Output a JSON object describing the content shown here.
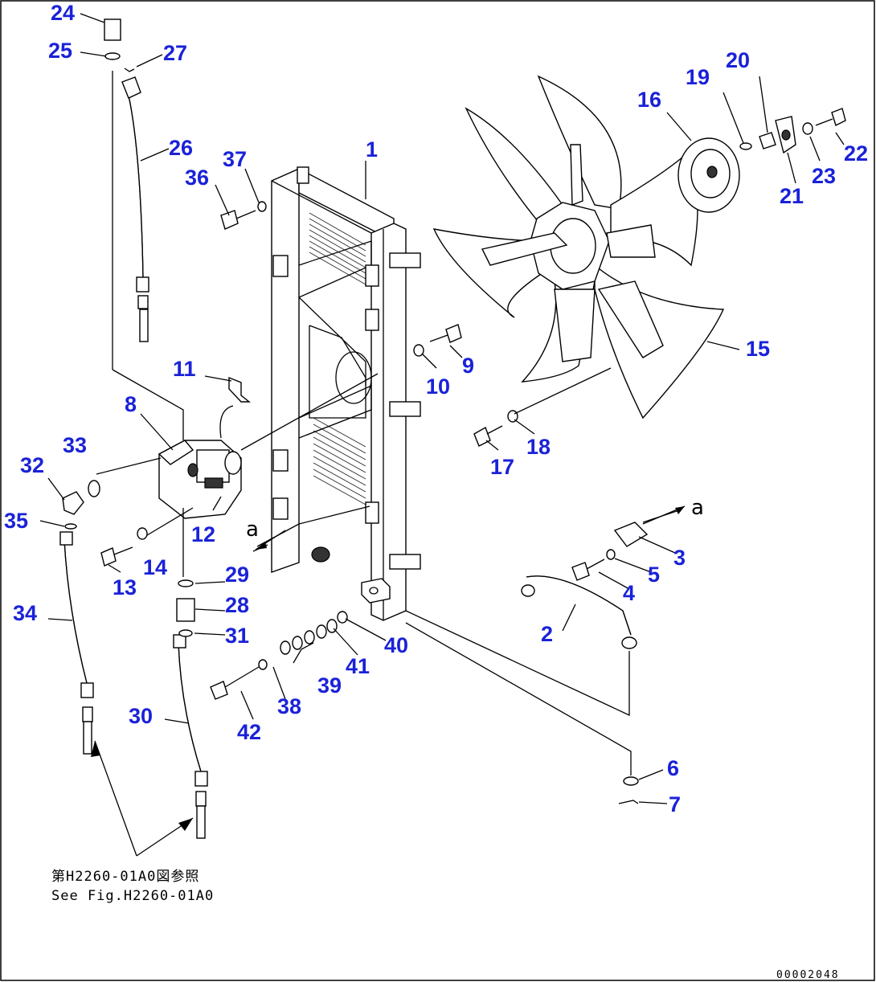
{
  "labels": [
    "1",
    "2",
    "3",
    "4",
    "5",
    "6",
    "7",
    "8",
    "9",
    "10",
    "11",
    "12",
    "13",
    "14",
    "15",
    "16",
    "17",
    "18",
    "19",
    "20",
    "21",
    "22",
    "23",
    "24",
    "25",
    "26",
    "27",
    "28",
    "29",
    "30",
    "31",
    "32",
    "33",
    "34",
    "35",
    "36",
    "37",
    "38",
    "39",
    "40",
    "41",
    "42"
  ],
  "arrow_markers": [
    "a",
    "a"
  ],
  "reference_note": {
    "japanese": "第H2260-01A0図参照",
    "english": "See Fig.H2260-01A0"
  },
  "figure_code": "00002048",
  "colors": {
    "label": "#1a22d8",
    "line": "#000000",
    "background": "#ffffff"
  }
}
